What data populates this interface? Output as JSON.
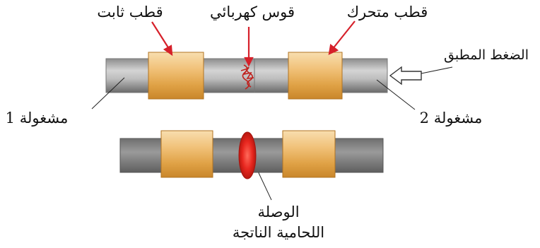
{
  "labels": {
    "fixed_electrode": "قطب ثابت",
    "electric_arc": "قوس كهربائي",
    "moving_electrode": "قطب متحرك",
    "applied_pressure": "الضغط المطبق",
    "workpiece_1": "مشغولة 1",
    "workpiece_2": "مشغولة 2",
    "weld_joint_line1": "الوصلة",
    "weld_joint_line2": "اللحامية الناتجة"
  },
  "colors": {
    "bar_light": "#d2d2d2",
    "bar_dark": "#6e6e6e",
    "electrode_light": "#f6d7a3",
    "electrode_dark": "#d9952d",
    "arrow_red": "#d6202a",
    "weld_red": "#e8271f",
    "line": "#222222"
  }
}
